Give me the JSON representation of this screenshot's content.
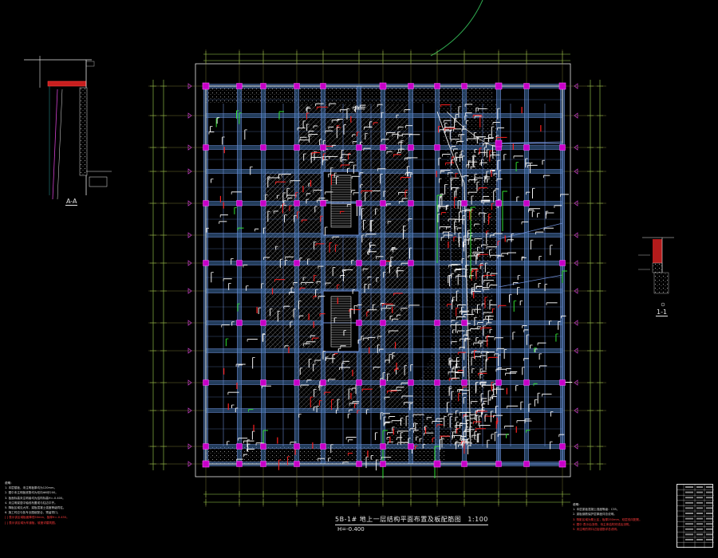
{
  "drawing": {
    "title": "5B-1# 地上一层结构平面布置及板配筋图",
    "scale": "1:100",
    "elevation": "H=-0.400"
  },
  "sections": {
    "left_detail_label": "A-A",
    "right_detail_label": "1-1"
  },
  "notes_left": {
    "heading": "说明：",
    "lines": [
      "1. 本层楼板，未注明板厚均为120mm。",
      "2. 图中未注明板底筋均为双向Φ8@200。",
      "3. 板面标高未注明者均为结构标高H=-0.400。",
      "4. 未注明梁居中轴线布置或与柱边平齐。",
      "5. 降板区域见大样，梁板混凝土强度等级同柱。",
      "6. 施工时应与各专业图纸配合，预留洞口。"
    ],
    "red_lines": [
      "[ ] 表示该区域板面降低50mm，板厚H=-0.450。",
      "[ ] 表示该区域为车道板，坡度详建筑图。"
    ]
  },
  "notes_right": {
    "heading": "说明：",
    "lines": [
      "1. 本层梁板混凝土强度等级：C35。",
      "2. 梁板钢筋保护层厚度详总说明。"
    ],
    "red_lines": [
      "3. 阴影区域为覆土区，板厚250mm，双层双向配筋。",
      "4. 图中   表示后浇带，待主体结构完成后浇筑。",
      "5. 未注明的洞口边加强筋详总说明。"
    ]
  },
  "colors": {
    "background": "#000000",
    "beam": "#3f6fa8",
    "beam_outline": "#6f8fd8",
    "grid_axis": "#e8e860",
    "dimension": "#9fd84f",
    "column": "#c800c8",
    "hatch": "#b0b0b0",
    "text": "#e6e6e6",
    "red": "#ff2020",
    "green": "#30e030",
    "cyan": "#30c8c8",
    "arc": "#2fa84f"
  }
}
